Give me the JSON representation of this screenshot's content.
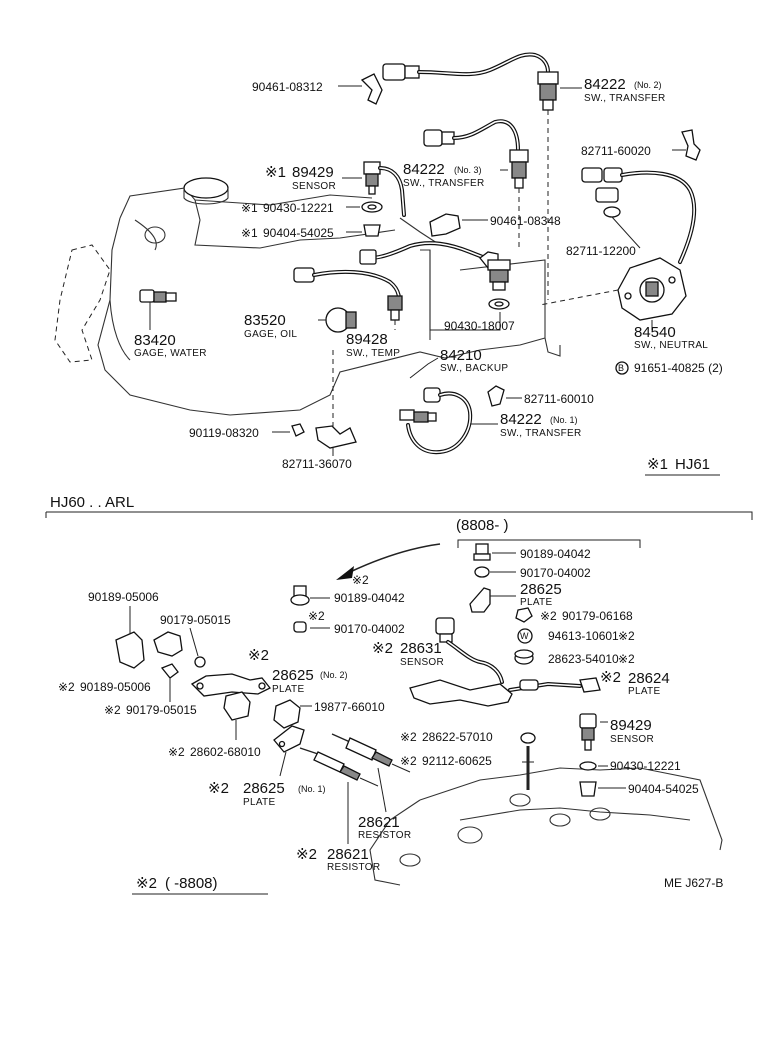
{
  "top": {
    "p90461_08312": "90461-08312",
    "p84222_no2_num": "84222",
    "p84222_no2_sub": "(No. 2)",
    "p84222_no2_label": "SW., TRANSFER",
    "p84222_no3_num": "84222",
    "p84222_no3_sub": "(No. 3)",
    "p84222_no3_label": "SW., TRANSFER",
    "p82711_60020": "82711-60020",
    "p89429_mark": "※1",
    "p89429_num": "89429",
    "p89429_label": "SENSOR",
    "p90430_12221_mark": "※1",
    "p90430_12221": "90430-12221",
    "p90404_54025_mark": "※1",
    "p90404_54025": "90404-54025",
    "p90461_08348": "90461-08348",
    "p82711_12200": "82711-12200",
    "p83420_num": "83420",
    "p83420_label": "GAGE, WATER",
    "p83520_num": "83520",
    "p83520_label": "GAGE, OIL",
    "p89428_num": "89428",
    "p89428_label": "SW., TEMP",
    "p90430_18007": "90430-18007",
    "p84210_num": "84210",
    "p84210_label": "SW., BACKUP",
    "p84540_num": "84540",
    "p84540_label": "SW., NEUTRAL",
    "bolt_mark": "B",
    "p91651_40825": "91651-40825 (2)",
    "p82711_60010": "82711-60010",
    "p84222_no1_num": "84222",
    "p84222_no1_sub": "(No. 1)",
    "p84222_no1_label": "SW., TRANSFER",
    "p90119_08320": "90119-08320",
    "p82711_36070": "82711-36070",
    "hj61_mark": "※1",
    "hj61_label": "HJ61"
  },
  "bottom": {
    "section_label": "HJ60 . . ARL",
    "date_range": "(8808-        )",
    "p90189_04042_a": "90189-04042",
    "p90170_04002_a": "90170-04002",
    "p28625_a_num": "28625",
    "p28625_a_label": "PLATE",
    "p90179_06168_mark": "※2",
    "p90179_06168": "90179-06168",
    "washer_mark": "W",
    "p94613_10601": "94613-10601",
    "p94613_10601_mark": "※2",
    "p28623_54010": "28623-54010",
    "p28623_54010_mark": "※2",
    "p28624_mark": "※2",
    "p28624_num": "28624",
    "p28624_label": "PLATE",
    "p28631_mark": "※2",
    "p28631_num": "28631",
    "p28631_label": "SENSOR",
    "arrow_mark": "※2",
    "p90189_04042_b": "90189-04042",
    "p90170_04002_b_mark": "※2",
    "p90170_04002_b": "90170-04002",
    "p90189_05006_a": "90189-05006",
    "p90179_05015_a": "90179-05015",
    "p28625_no2_mark": "※2",
    "p28625_no2_num": "28625",
    "p28625_no2_sub": "(No. 2)",
    "p28625_no2_label": "PLATE",
    "p90189_05006_b_mark": "※2",
    "p90189_05006_b": "90189-05006",
    "p90179_05015_b_mark": "※2",
    "p90179_05015_b": "90179-05015",
    "p19877_66010": "19877-66010",
    "p28602_68010_mark": "※2",
    "p28602_68010": "28602-68010",
    "p28622_57010_mark": "※2",
    "p28622_57010": "28622-57010",
    "p92112_60625_mark": "※2",
    "p92112_60625": "92112-60625",
    "p89429_num": "89429",
    "p89429_label": "SENSOR",
    "p90430_12221": "90430-12221",
    "p90404_54025": "90404-54025",
    "p28625_no1_mark": "※2",
    "p28625_no1_num": "28625",
    "p28625_no1_sub": "(No. 1)",
    "p28625_no1_label": "PLATE",
    "p28621_a_num": "28621",
    "p28621_a_label": "RESISTOR",
    "p28621_b_mark": "※2",
    "p28621_b_num": "28621",
    "p28621_b_label": "RESISTOR",
    "footnote_mark": "※2",
    "footnote_range": "(        -8808)",
    "figure_code": "ME J627-B"
  }
}
